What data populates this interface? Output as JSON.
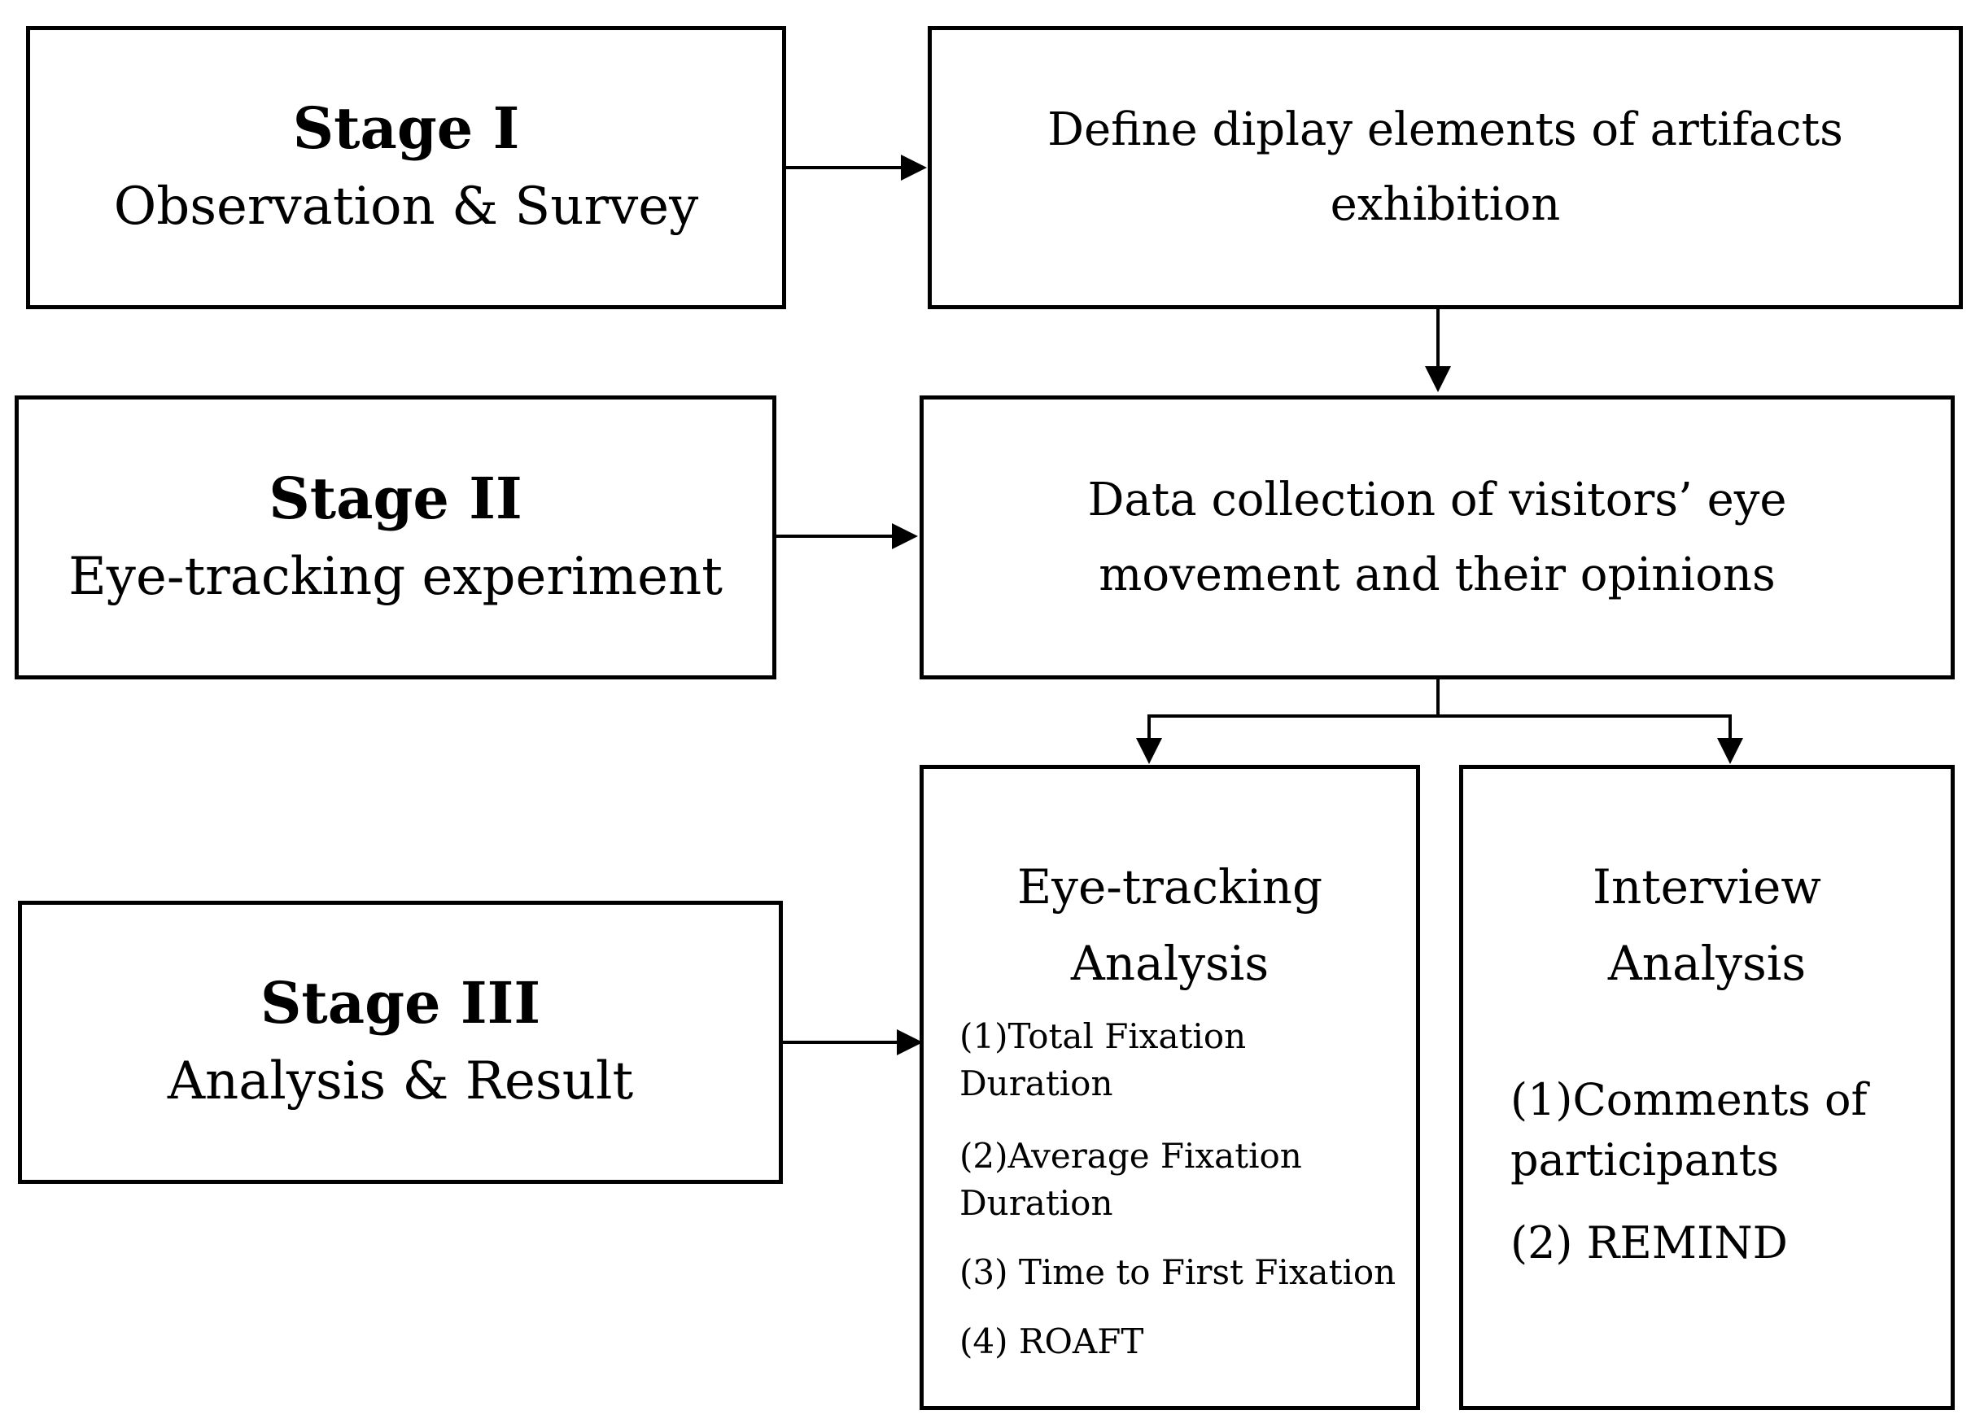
{
  "stages": [
    {
      "title": "Stage I",
      "subtitle": "Observation & Survey"
    },
    {
      "title": "Stage II",
      "subtitle": "Eye-tracking experiment"
    },
    {
      "title": "Stage III",
      "subtitle": "Analysis & Result"
    }
  ],
  "define_box": {
    "lines": [
      "Define diplay elements of artifacts",
      "exhibition"
    ]
  },
  "collection_box": {
    "lines": [
      "Data collection of visitors’ eye",
      "movement and their opinions"
    ]
  },
  "eye_tracking": {
    "heading": [
      "Eye-tracking",
      "Analysis"
    ],
    "items": [
      "(1)Total Fixation Duration",
      "(2)Average Fixation Duration",
      "(3) Time to First Fixation",
      "(4) ROAFT"
    ]
  },
  "interview": {
    "heading": [
      "Interview",
      "Analysis"
    ],
    "items": [
      "(1)Comments of participants",
      "(2) REMIND"
    ]
  }
}
